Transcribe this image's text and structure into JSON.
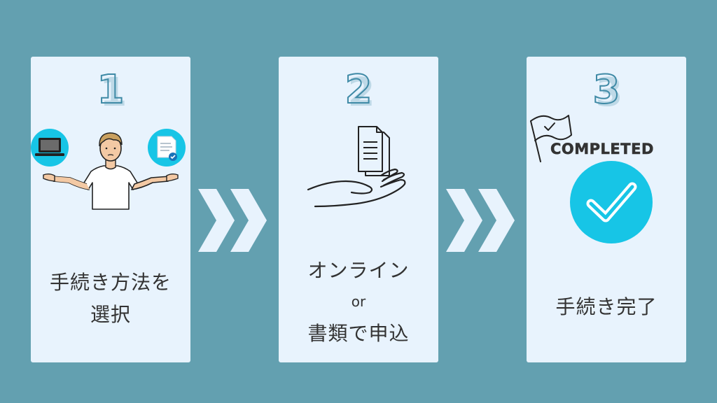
{
  "colors": {
    "background": "#63a0b0",
    "card": "#e8f3fd",
    "accent_cyan": "#17c5e6",
    "number_stroke": "#3f8aa6",
    "chevron": "#e8f3fd",
    "text": "#333333",
    "line_art": "#222222"
  },
  "steps": [
    {
      "number": "1",
      "text": "手続き方法を選択",
      "lines": [
        "手続き方法を",
        "選択"
      ],
      "icons": [
        "laptop-icon",
        "person-shrug-illustration",
        "document-check-icon"
      ]
    },
    {
      "number": "2",
      "lines": [
        "オンライン",
        "or",
        "書類で申込"
      ],
      "icons": [
        "documents-icon",
        "open-hand-icon"
      ]
    },
    {
      "number": "3",
      "text": "手続き完了",
      "badge": "COMPLETED",
      "icons": [
        "flag-check-icon",
        "check-circle-icon"
      ]
    }
  ],
  "connectors": [
    "double-chevron-right-icon",
    "double-chevron-right-icon"
  ]
}
